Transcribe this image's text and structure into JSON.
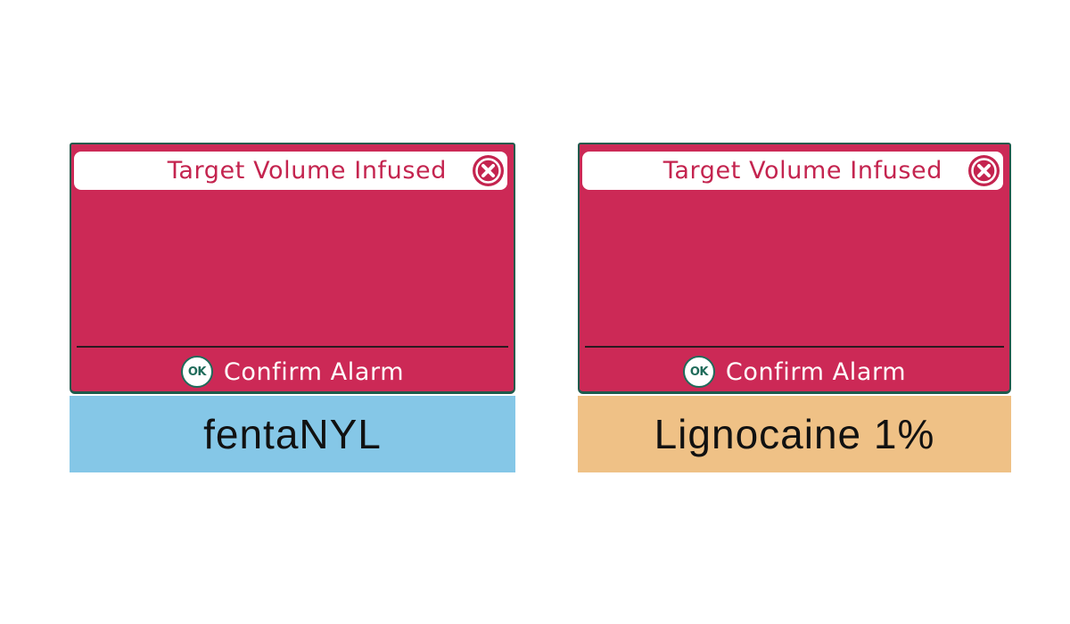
{
  "pumps": [
    {
      "alarm_title": "Target Volume Infused",
      "close_icon": "close-circle-icon",
      "confirm_icon": "ok-icon",
      "confirm_icon_text": "OK",
      "confirm_label": "Confirm Alarm",
      "drug_name": "fentaNYL",
      "drug_color": "#85c7e7"
    },
    {
      "alarm_title": "Target Volume Infused",
      "close_icon": "close-circle-icon",
      "confirm_icon": "ok-icon",
      "confirm_icon_text": "OK",
      "confirm_label": "Confirm Alarm",
      "drug_name": "Lignocaine 1%",
      "drug_color": "#efc186"
    }
  ],
  "colors": {
    "alarm_background": "#cc2956",
    "alarm_title_text": "#c4244f",
    "frame_border": "#1f5a4c"
  }
}
